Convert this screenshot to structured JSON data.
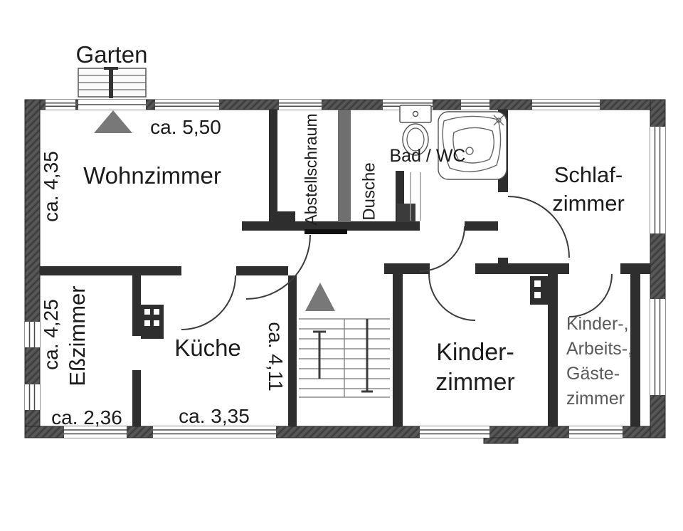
{
  "floorplan": {
    "title": "Garten",
    "rooms": {
      "wohnzimmer": "Wohnzimmer",
      "abstellraum": "Abstellschraum",
      "dusche": "Dusche",
      "bad_wc": "Bad / WC",
      "schlafzimmer": [
        "Schlaf-",
        "zimmer"
      ],
      "esszimmer": "Eßzimmer",
      "kueche": "Küche",
      "kinderzimmer": [
        "Kinder-",
        "zimmer"
      ],
      "mehrzweckzimmer": [
        "Kinder-,",
        "Arbeits-,",
        "Gäste-",
        "zimmer"
      ]
    },
    "dimensions": {
      "wohnzimmer_breite": "ca. 5,50",
      "wohnzimmer_tiefe": "ca. 4,35",
      "esszimmer_tiefe": "ca. 4,25",
      "esszimmer_breite": "ca. 2,36",
      "kueche_breite": "ca. 3,35",
      "kueche_tiefe": "ca. 4,11"
    },
    "colors": {
      "wall_dark": "#2e2e2e",
      "wall_outer": "#4f4f4f",
      "partition_gray": "#6f6f6f",
      "arrow_gray": "#787878",
      "text_black": "#1c1c1c",
      "text_gray": "#5a5a5a"
    }
  }
}
